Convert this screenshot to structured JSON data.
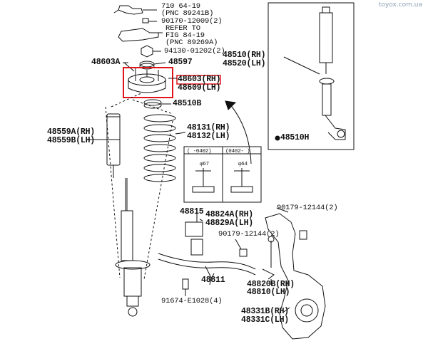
{
  "watermark": "toyox.com.ua",
  "labels": {
    "l710": "710 64-19",
    "l710_pnc": "(PNC 89241B)",
    "l90170": "90170-12009(2)",
    "l_refer": "REFER TO",
    "l_fig": "FIG 84-19",
    "l_fig_pnc": "(PNC 89269A)",
    "l94130": "94130-01202(2)",
    "l48603a": "48603A",
    "l48597": "48597",
    "l48603rh": "48603(RH)",
    "l48609lh": "48609(LH)",
    "l48510b": "48510B",
    "l48131": "48131(RH)",
    "l48132": "48132(LH)",
    "l48559a": "48559A(RH)",
    "l48559b": "48559B(LH)",
    "l48510rh": "48510(RH)",
    "l48520lh": "48520(LH)",
    "l48510h": "48510H",
    "l0402a": "(   -0402)",
    "l0402b": "(0402-   )",
    "phi67": "φ67",
    "phi64": "φ64",
    "l48815": "48815",
    "l48824a": "48824A(RH)",
    "l48829a": "48829A(LH)",
    "l90179_mid": "90179-12144(2)",
    "l90179_top": "90179-12144(2)",
    "l48811": "48811",
    "l48820b": "48820B(RH)",
    "l48810lh": "48810(LH)",
    "l91674": "91674-E1028(4)",
    "l48331b": "48331B(RH)",
    "l48331c": "48331C(LH)"
  },
  "colors": {
    "highlight": "#e0151b",
    "line": "#111111"
  }
}
